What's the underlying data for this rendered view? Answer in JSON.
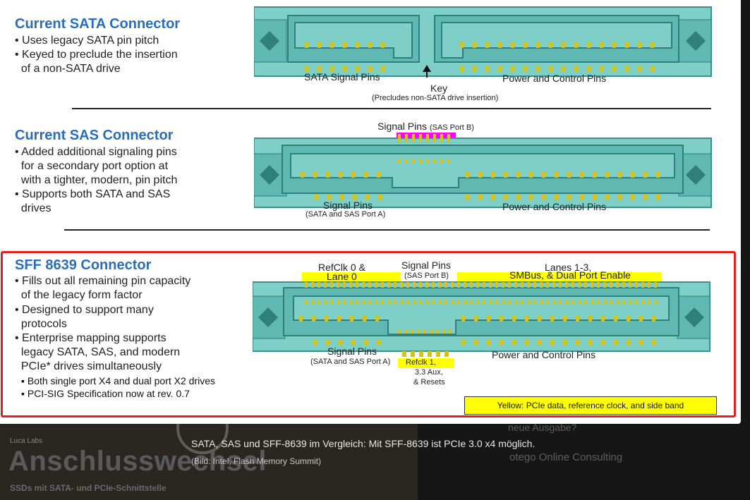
{
  "slide": {
    "sata": {
      "heading": "Current SATA Connector",
      "bullets": [
        "• Uses legacy SATA pin pitch",
        "• Keyed to preclude the insertion",
        "  of a non-SATA drive"
      ],
      "labels": {
        "signal": "SATA Signal Pins",
        "power": "Power and Control Pins",
        "key": "Key",
        "key_note": "(Precludes non-SATA drive insertion)"
      }
    },
    "sas": {
      "heading": "Current SAS Connector",
      "bullets": [
        "• Added additional signaling pins",
        "  for a secondary port option at",
        "  with a tighter, modern, pin pitch",
        "• Supports both SATA and SAS",
        "  drives"
      ],
      "labels": {
        "signal_b": "Signal Pins",
        "signal_b_note": "(SAS Port B)",
        "signal_a": "Signal Pins",
        "signal_a_note": "(SATA and SAS Port A)",
        "power": "Power and Control Pins"
      }
    },
    "sff": {
      "heading": "SFF 8639 Connector",
      "bullets": [
        "• Fills out all remaining pin capacity",
        "  of the legacy form factor",
        "• Designed to support many",
        "  protocols",
        "• Enterprise mapping supports",
        "  legacy SATA, SAS, and modern",
        "  PCIe* drives simultaneously"
      ],
      "sub_bullets": [
        "▪ Both single port X4 and dual port X2 drives",
        "▪ PCI-SIG Specification now at rev. 0.7"
      ],
      "labels": {
        "refclk0_a": "RefClk 0 &",
        "refclk0_b": "Lane 0",
        "signal_b": "Signal Pins",
        "signal_b_note": "(SAS Port B)",
        "lanes_a": "Lanes 1-3,",
        "lanes_b": "SMBus, & Dual Port Enable",
        "signal_a": "Signal Pins",
        "signal_a_note": "(SATA and SAS Port A)",
        "refclk1_a": "Refclk 1,",
        "refclk1_b": "3.3 Aux,",
        "refclk1_c": "& Resets",
        "power": "Power and Control Pins"
      },
      "legend": "Yellow:  PCIe data, reference clock, and side band"
    }
  },
  "caption": "SATA, SAS und SFF-8639 im Vergleich: Mit SFF-8639 ist PCIe 3.0 x4 möglich.",
  "credit": "(Bild: Intel, Flash Memory Summit)",
  "background": {
    "brand": "Luca Labs",
    "title": "Anschlusswechsel",
    "subtitle": "SSDs mit SATA- und PCIe-Schnittstelle",
    "right_1": "neue Ausgabe?",
    "right_2": "otego Online Consulting"
  },
  "colors": {
    "heading": "#2a6ebb",
    "connector_body": "#7ecfc8",
    "connector_border": "#3c8f8a",
    "pin": "#d3c31b",
    "highlight": "#ffff00",
    "sas_port_b": "#ff00ff",
    "frame": "#e32020"
  }
}
